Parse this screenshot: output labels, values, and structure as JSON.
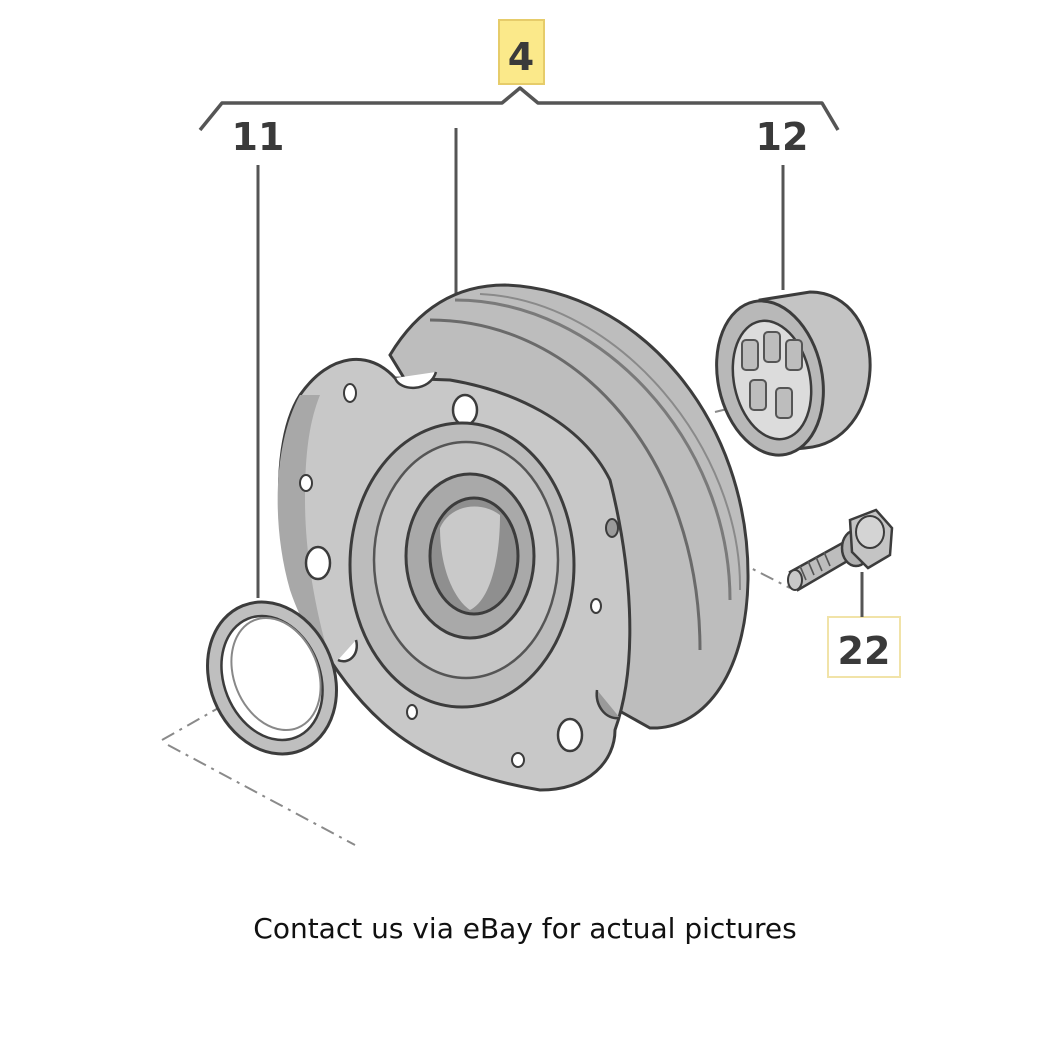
{
  "diagram": {
    "callouts": {
      "assembly": "4",
      "seal": "11",
      "bearing": "12",
      "bolt": "22"
    },
    "highlight_color": "#fbe98a",
    "highlight_border": "#e6cc6a",
    "line_color": "#555555",
    "part_fill": "#c8c8c8",
    "part_shadow": "#9a9a9a",
    "part_outline": "#3c3c3c"
  },
  "caption": "Contact us via eBay for actual pictures"
}
